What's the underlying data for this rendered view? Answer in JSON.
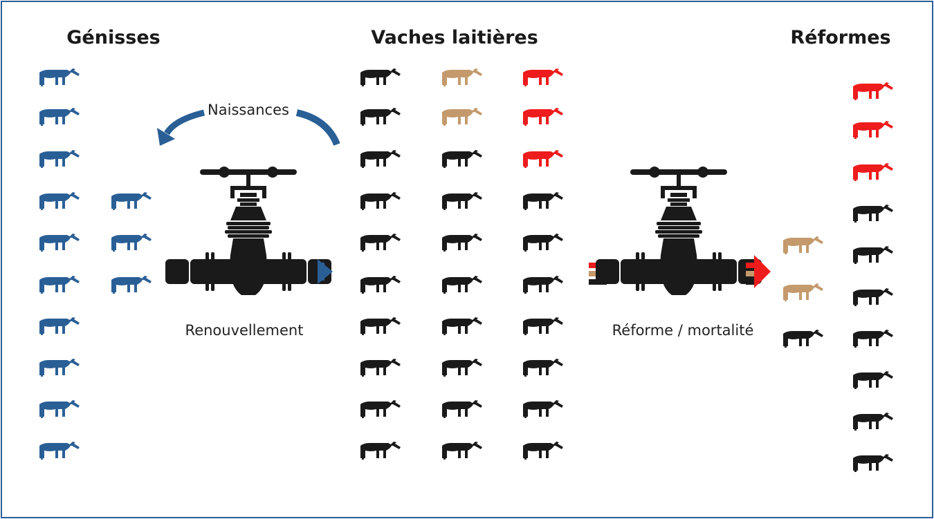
{
  "titles": {
    "genisses": "Génisses",
    "vaches": "Vaches laitières",
    "reformes": "Réformes"
  },
  "labels": {
    "naissances": "Naissances",
    "renouvellement": "Renouvellement",
    "reforme": "Réforme / mortalité"
  },
  "colors": {
    "blue": "#2a5f96",
    "black": "#1a1a1a",
    "tan": "#c49a6c",
    "red": "#ee1c1c",
    "border": "#2a5f96"
  },
  "groups": {
    "genisses": {
      "col1": [
        "blue",
        "blue",
        "blue",
        "blue",
        "blue",
        "blue",
        "blue",
        "blue",
        "blue",
        "blue"
      ],
      "col2": [
        "blue",
        "blue",
        "blue"
      ]
    },
    "vaches": {
      "col1": [
        "black",
        "black",
        "black",
        "black",
        "black",
        "black",
        "black",
        "black",
        "black",
        "black"
      ],
      "col2": [
        "tan",
        "tan",
        "black",
        "black",
        "black",
        "black",
        "black",
        "black",
        "black",
        "black"
      ],
      "col3": [
        "red",
        "red",
        "red",
        "black",
        "black",
        "black",
        "black",
        "black",
        "black",
        "black"
      ]
    },
    "sortie": [
      "tan",
      "tan",
      "black"
    ],
    "reformes": [
      "red",
      "red",
      "red",
      "black",
      "black",
      "black",
      "black",
      "black",
      "black",
      "black"
    ]
  },
  "icons": {
    "cow": "cow-icon",
    "valve": "gate-valve-icon",
    "arrow": "curved-arrow-icon"
  }
}
